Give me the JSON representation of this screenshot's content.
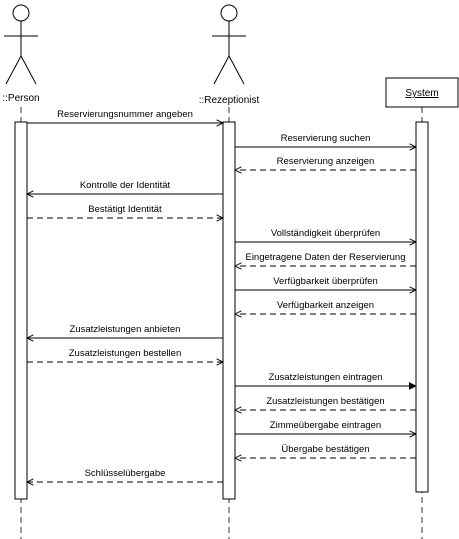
{
  "participants": [
    {
      "id": "person",
      "label": "::Person",
      "kind": "actor"
    },
    {
      "id": "rezeptionist",
      "label": "::Rezeptionist",
      "kind": "actor"
    },
    {
      "id": "system",
      "label": "System",
      "kind": "object"
    }
  ],
  "messages": [
    {
      "label": "Reservierungsnummer angeben",
      "from": "person",
      "to": "rezeptionist",
      "type": "sync"
    },
    {
      "label": "Reservierung suchen",
      "from": "rezeptionist",
      "to": "system",
      "type": "sync"
    },
    {
      "label": "Reservierung anzeigen",
      "from": "system",
      "to": "rezeptionist",
      "type": "reply"
    },
    {
      "label": "Kontrolle der Identität",
      "from": "rezeptionist",
      "to": "person",
      "type": "sync"
    },
    {
      "label": "Bestätigt Identität",
      "from": "person",
      "to": "rezeptionist",
      "type": "reply"
    },
    {
      "label": "Vollständigkeit überprüfen",
      "from": "rezeptionist",
      "to": "system",
      "type": "sync"
    },
    {
      "label": "Eingetragene Daten der Reservierung",
      "from": "system",
      "to": "rezeptionist",
      "type": "reply"
    },
    {
      "label": "Verfügbarkeit überprüfen",
      "from": "rezeptionist",
      "to": "system",
      "type": "sync"
    },
    {
      "label": "Verfügbarkeit anzeigen",
      "from": "system",
      "to": "rezeptionist",
      "type": "reply"
    },
    {
      "label": "Zusatzleistungen anbieten",
      "from": "rezeptionist",
      "to": "person",
      "type": "sync"
    },
    {
      "label": "Zusatzleistungen bestellen",
      "from": "person",
      "to": "rezeptionist",
      "type": "reply"
    },
    {
      "label": "Zusatzleistungen eintragen",
      "from": "rezeptionist",
      "to": "system",
      "type": "filled"
    },
    {
      "label": "Zusatzleistungen bestätigen",
      "from": "system",
      "to": "rezeptionist",
      "type": "reply"
    },
    {
      "label": "Zimmeübergabe eintragen",
      "from": "rezeptionist",
      "to": "system",
      "type": "sync"
    },
    {
      "label": "Übergabe bestätigen",
      "from": "system",
      "to": "rezeptionist",
      "type": "reply"
    },
    {
      "label": "Schlüsselübergabe",
      "from": "rezeptionist",
      "to": "person",
      "type": "reply"
    }
  ]
}
